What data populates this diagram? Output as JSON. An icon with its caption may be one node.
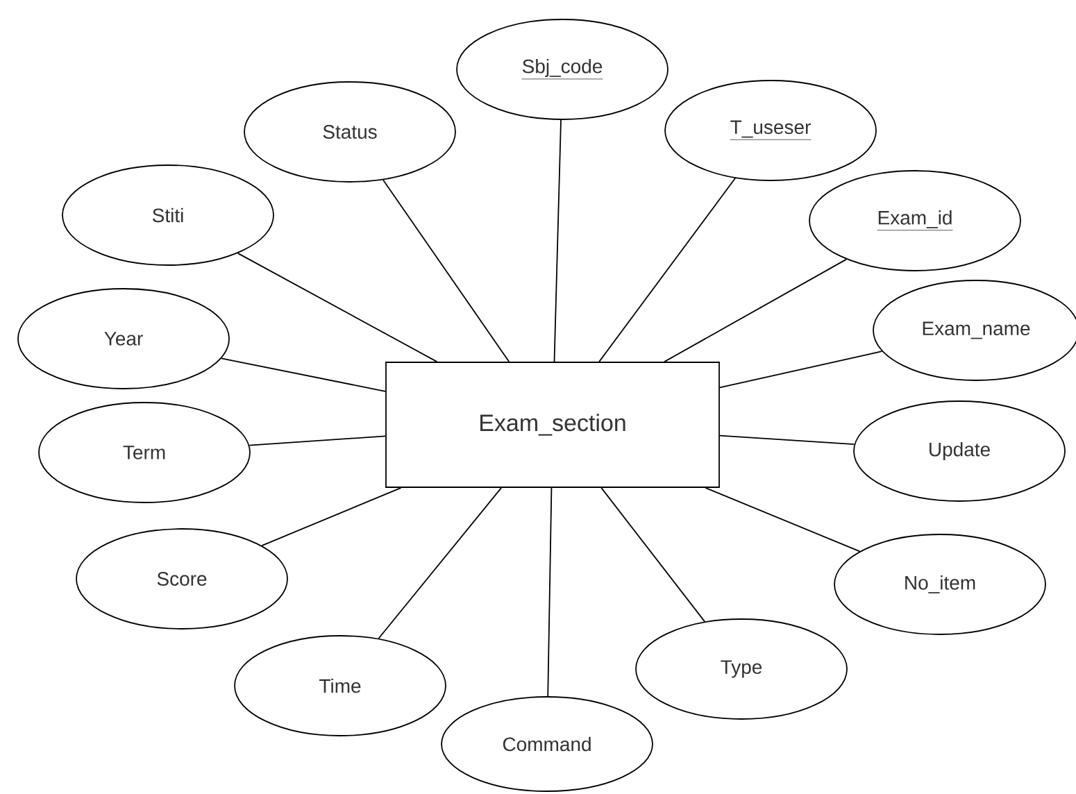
{
  "diagram": {
    "nodes": [
      {
        "text": [
          "Exam_section"
        ]
      },
      {
        "text": [
          "Sbj_code"
        ]
      },
      {
        "text": [
          "Status"
        ]
      },
      {
        "text": [
          "T_useser"
        ]
      },
      {
        "text": [
          "Stiti"
        ]
      },
      {
        "text": [
          "Exam_id"
        ]
      },
      {
        "text": [
          "Year"
        ]
      },
      {
        "text": [
          "Exam_name"
        ]
      },
      {
        "text": [
          "Term"
        ]
      },
      {
        "text": [
          "Update"
        ]
      },
      {
        "text": [
          "Score"
        ]
      },
      {
        "text": [
          "No_item"
        ]
      },
      {
        "text": [
          "Type"
        ]
      },
      {
        "text": [
          "Time"
        ]
      },
      {
        "text": [
          "Command"
        ]
      }
    ],
    "edges": [
      {
        "from": 0,
        "to": 1,
        "arrow": "none"
      },
      {
        "from": 0,
        "to": 2,
        "arrow": "none"
      },
      {
        "from": 0,
        "to": 3,
        "arrow": "none"
      },
      {
        "from": 0,
        "to": 4,
        "arrow": "none"
      },
      {
        "from": 0,
        "to": 5,
        "arrow": "none"
      },
      {
        "from": 0,
        "to": 6,
        "arrow": "none"
      },
      {
        "from": 0,
        "to": 7,
        "arrow": "none"
      },
      {
        "from": 0,
        "to": 8,
        "arrow": "none"
      },
      {
        "from": 0,
        "to": 9,
        "arrow": "none"
      },
      {
        "from": 0,
        "to": 10,
        "arrow": "none"
      },
      {
        "from": 0,
        "to": 11,
        "arrow": "none"
      },
      {
        "from": 0,
        "to": 12,
        "arrow": "none"
      },
      {
        "from": 0,
        "to": 13,
        "arrow": "none"
      },
      {
        "from": 0,
        "to": 14,
        "arrow": "none"
      }
    ]
  }
}
